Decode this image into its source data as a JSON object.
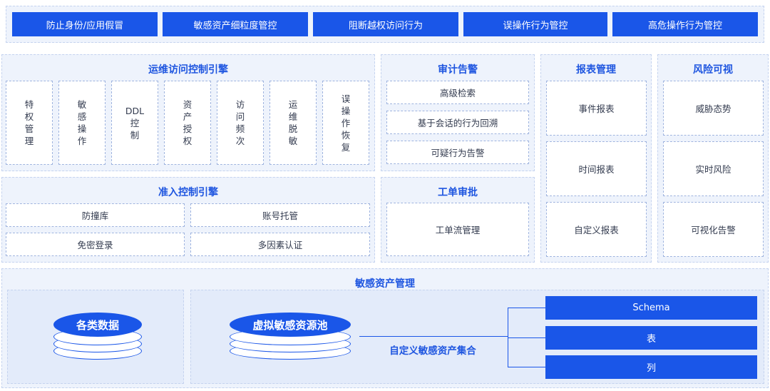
{
  "top_bar": {
    "items": [
      "防止身份/应用假冒",
      "敏感资产细粒度管控",
      "阻断越权访问行为",
      "误操作行为管控",
      "高危操作行为管控"
    ]
  },
  "ops_engine": {
    "title": "运维访问控制引擎",
    "items": [
      "特权管理",
      "敏感操作",
      "DDL控制",
      "资产授权",
      "访问频次",
      "运维脱敏",
      "误操作恢复"
    ]
  },
  "admission_engine": {
    "title": "准入控制引擎",
    "items": [
      "防撞库",
      "账号托管",
      "免密登录",
      "多因素认证"
    ]
  },
  "audit": {
    "title": "审计告警",
    "items": [
      "高级检索",
      "基于会话的行为回溯",
      "可疑行为告警"
    ]
  },
  "workorder": {
    "title": "工单审批",
    "items": [
      "工单流管理"
    ]
  },
  "reports": {
    "title": "报表管理",
    "items": [
      "事件报表",
      "时间报表",
      "自定义报表"
    ]
  },
  "risk": {
    "title": "风险可视",
    "items": [
      "威胁态势",
      "实时风险",
      "可视化告警"
    ]
  },
  "assets": {
    "title": "敏感资产管理",
    "db_label": "各类数据",
    "pool_label": "虚拟敏感资源池",
    "custom_label": "自定义敏感资产集合",
    "levels": [
      "Schema",
      "表",
      "列"
    ]
  },
  "colors": {
    "primary": "#1a56e8",
    "panel_bg": "#eef3fc",
    "title": "#1f56e0"
  }
}
